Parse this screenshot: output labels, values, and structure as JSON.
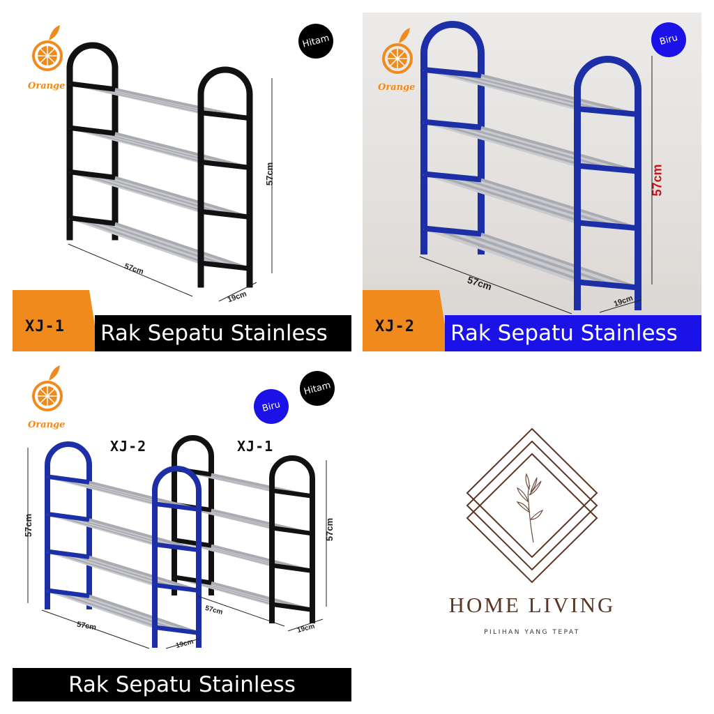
{
  "brand": "Orange",
  "panels": {
    "xj1": {
      "code": "XJ-1",
      "title": "Rak Sepatu Stainless",
      "color_badge": "Hitam",
      "height": "57cm",
      "width": "57cm",
      "depth": "19cm",
      "frame_color": "#111111",
      "band_color": "#000000"
    },
    "xj2": {
      "code": "XJ-2",
      "title": "Rak Sepatu Stainless",
      "color_badge": "Biru",
      "height": "57cm",
      "width": "57cm",
      "depth": "19cm",
      "frame_color": "#1c2fa6",
      "band_color": "#1a12e6"
    },
    "compare": {
      "badges": [
        "Biru",
        "Hitam"
      ],
      "labels": [
        "XJ-2",
        "XJ-1"
      ],
      "blue": {
        "height": "57cm",
        "width": "57cm",
        "depth": "19cm"
      },
      "black": {
        "height": "57cm",
        "width": "57cm",
        "depth": "19cm"
      },
      "title": "Rak Sepatu Stainless"
    }
  },
  "store": {
    "name": "HOME LIVING",
    "tagline": "PILIHAN YANG TEPAT",
    "color": "#5a3524"
  },
  "colors": {
    "orange": "#f08a1c",
    "blue_badge": "#1a12e6",
    "black_badge": "#000000"
  }
}
